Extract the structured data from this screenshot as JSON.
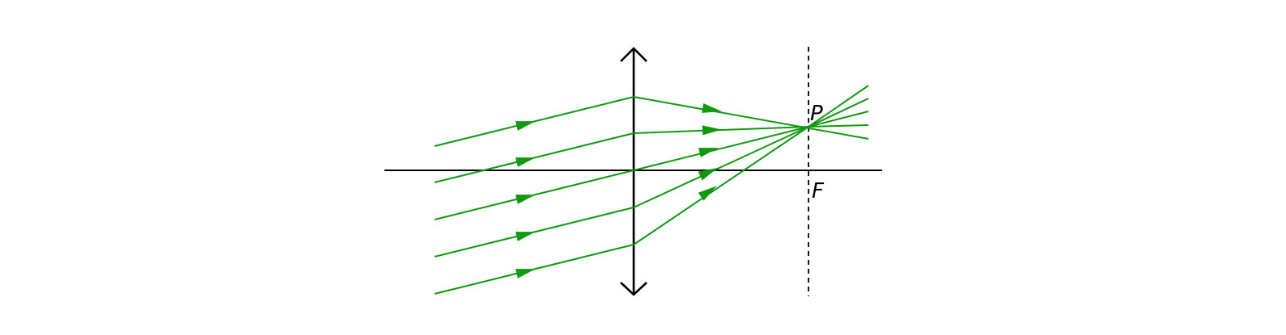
{
  "diagram": {
    "labels": {
      "point_p": "P",
      "focus_f": "F"
    },
    "colors": {
      "ray": "#119911",
      "axis": "#000000",
      "lens": "#000000",
      "focal_plane": "#000000",
      "background": "#ffffff"
    },
    "lens_type": "converging",
    "ray_count": 5,
    "focal_plane_style": "dashed"
  }
}
